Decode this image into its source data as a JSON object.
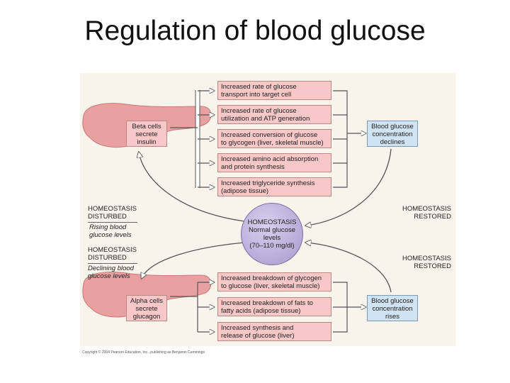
{
  "title": "Regulation of blood glucose",
  "top_boxes": [
    {
      "l1": "Increased rate of glucose",
      "l2": "transport into target cell"
    },
    {
      "l1": "Increased rate of glucose",
      "l2": "utilization and ATP generation"
    },
    {
      "l1": "Increased conversion of glucose",
      "l2": "to glycogen (liver, skeletal muscle)"
    },
    {
      "l1": "Increased amino acid absorption",
      "l2": "and protein synthesis"
    },
    {
      "l1": "Increased triglyceride synthesis",
      "l2": "(adipose tissue)"
    }
  ],
  "bottom_boxes": [
    {
      "l1": "Increased breakdown of glycogen",
      "l2": "to glucose (liver, skeletal muscle)"
    },
    {
      "l1": "Increased breakdown of fats to",
      "l2": "fatty acids (adipose tissue)"
    },
    {
      "l1": "Increased synthesis and",
      "l2": "release of glucose (liver)"
    }
  ],
  "beta": {
    "l1": "Beta cells",
    "l2": "secrete",
    "l3": "insulin"
  },
  "alpha": {
    "l1": "Alpha cells",
    "l2": "secrete",
    "l3": "glucagon"
  },
  "declines": {
    "l1": "Blood glucose",
    "l2": "concentration",
    "l3": "declines"
  },
  "rises": {
    "l1": "Blood glucose",
    "l2": "concentration",
    "l3": "rises"
  },
  "center": {
    "l1": "HOMEOSTASIS",
    "l2": "Normal glucose",
    "l3": "levels",
    "l4": "(70–110 mg/dl)"
  },
  "left_labels": {
    "disturbed1_a": "HOMEOSTASIS",
    "disturbed1_b": "DISTURBED",
    "rising_a": "Rising blood",
    "rising_b": "glucose levels",
    "disturbed2_a": "HOMEOSTASIS",
    "disturbed2_b": "DISTURBED",
    "declining_a": "Declining blood",
    "declining_b": "glucose levels"
  },
  "right_labels": {
    "restored1_a": "HOMEOSTASIS",
    "restored1_b": "RESTORED",
    "restored2_a": "HOMEOSTASIS",
    "restored2_b": "RESTORED"
  },
  "copyright": "Copyright © 2004 Pearson Education, Inc., publishing as Benjamin Cummings",
  "colors": {
    "pink_box": "#f8c8c8",
    "blue_box": "#cfe3f2",
    "homeostasis": "#a79acd",
    "pancreas": "#e8a0a0"
  }
}
